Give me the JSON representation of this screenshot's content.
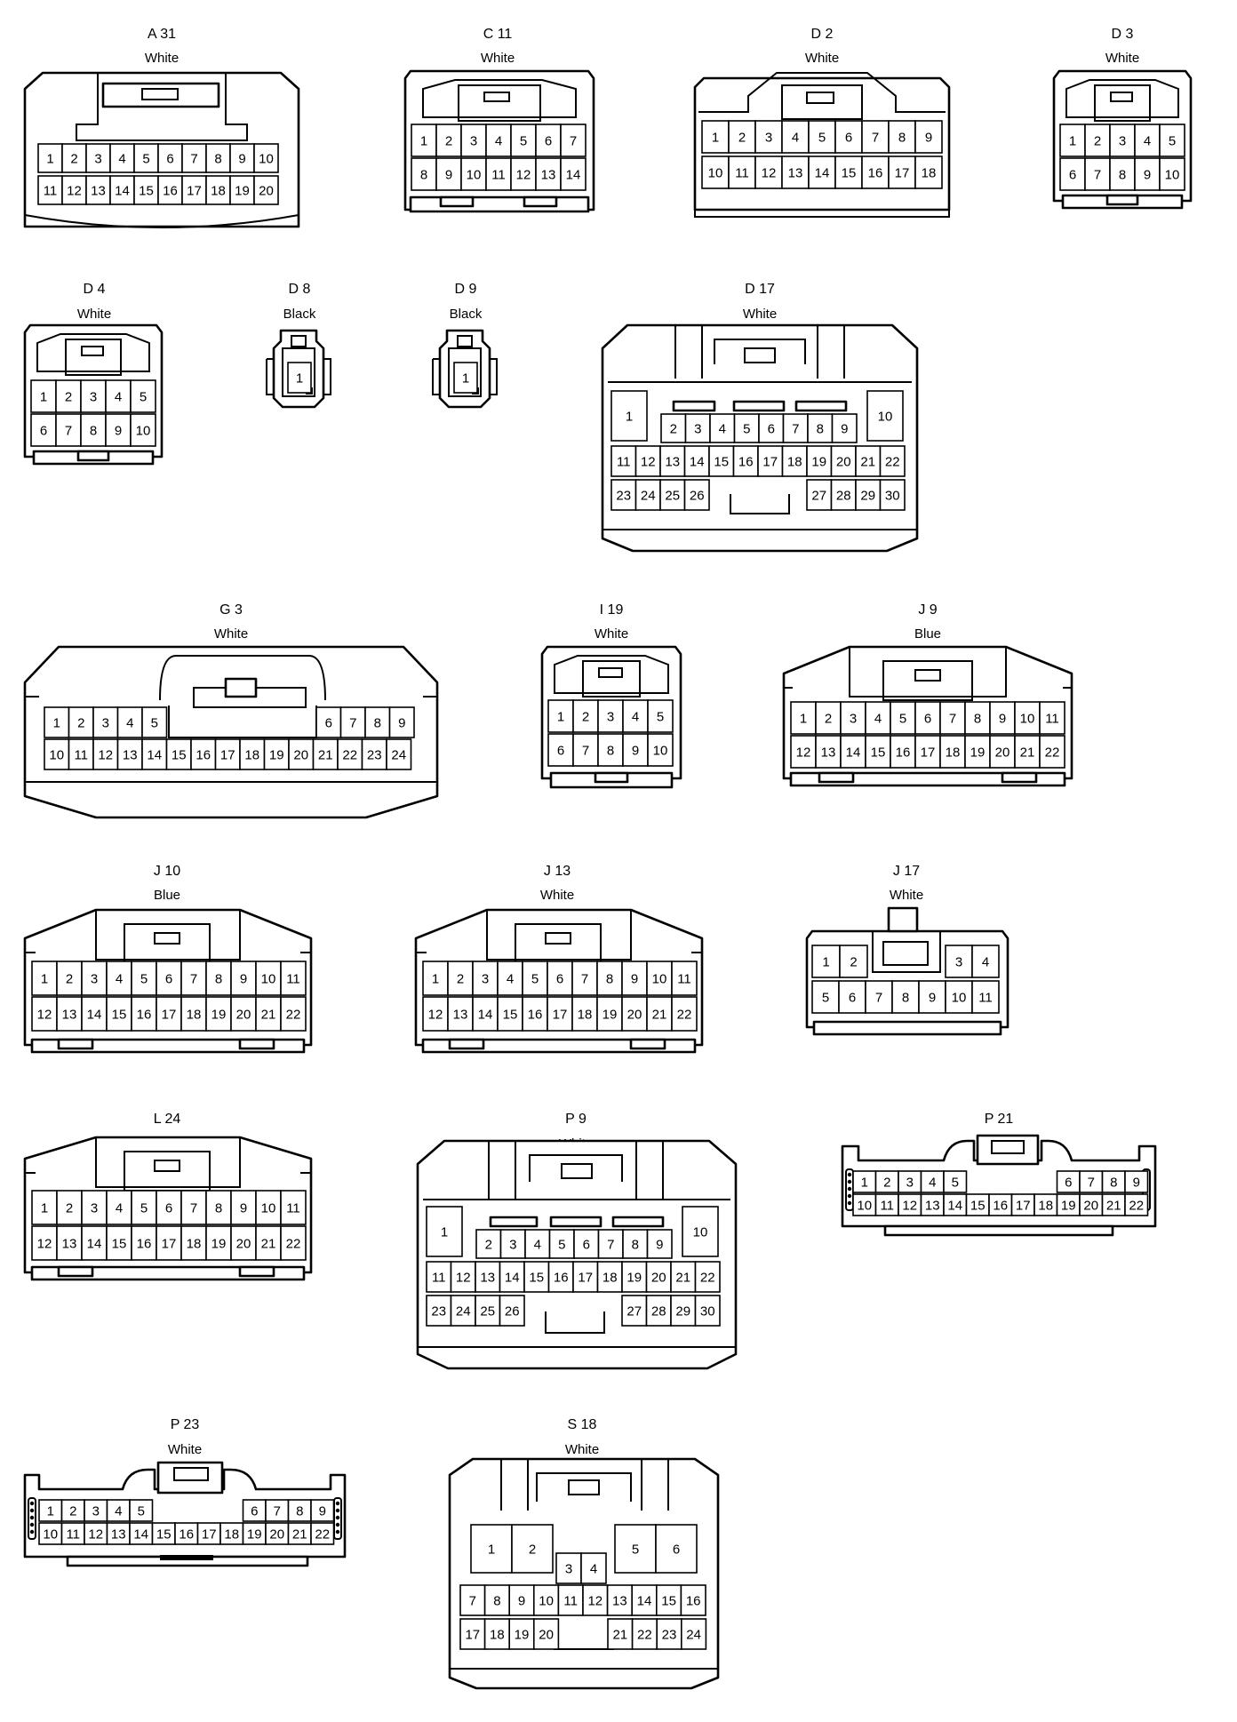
{
  "connectors": [
    {
      "id": "A31",
      "label": "A 31",
      "color": "White",
      "rows": [
        [
          1,
          2,
          3,
          4,
          5,
          6,
          7,
          8,
          9,
          10
        ],
        [
          11,
          12,
          13,
          14,
          15,
          16,
          17,
          18,
          19,
          20
        ]
      ]
    },
    {
      "id": "C11",
      "label": "C 11",
      "color": "White",
      "rows": [
        [
          1,
          2,
          3,
          4,
          5,
          6,
          7
        ],
        [
          8,
          9,
          10,
          11,
          12,
          13,
          14
        ]
      ]
    },
    {
      "id": "D2",
      "label": "D 2",
      "color": "White",
      "rows": [
        [
          1,
          2,
          3,
          4,
          5,
          6,
          7,
          8,
          9
        ],
        [
          10,
          11,
          12,
          13,
          14,
          15,
          16,
          17,
          18
        ]
      ]
    },
    {
      "id": "D3",
      "label": "D 3",
      "color": "White",
      "rows": [
        [
          1,
          2,
          3,
          4,
          5
        ],
        [
          6,
          7,
          8,
          9,
          10
        ]
      ]
    },
    {
      "id": "D4",
      "label": "D 4",
      "color": "White",
      "rows": [
        [
          1,
          2,
          3,
          4,
          5
        ],
        [
          6,
          7,
          8,
          9,
          10
        ]
      ]
    },
    {
      "id": "D8",
      "label": "D 8",
      "color": "Black",
      "rows": [
        [
          1
        ]
      ]
    },
    {
      "id": "D9",
      "label": "D 9",
      "color": "Black",
      "rows": [
        [
          1
        ]
      ]
    },
    {
      "id": "D17",
      "label": "D 17",
      "color": "White",
      "rows": [
        [
          1,
          10
        ],
        [
          2,
          3,
          4,
          5,
          6,
          7,
          8,
          9
        ],
        [
          11,
          12,
          13,
          14,
          15,
          16,
          17,
          18,
          19,
          20,
          21,
          22
        ],
        [
          23,
          24,
          25,
          26,
          27,
          28,
          29,
          30
        ]
      ]
    },
    {
      "id": "G3",
      "label": "G 3",
      "color": "White",
      "rows": [
        [
          1,
          2,
          3,
          4,
          5,
          6,
          7,
          8,
          9
        ],
        [
          10,
          11,
          12,
          13,
          14,
          15,
          16,
          17,
          18,
          19,
          20,
          21,
          22,
          23,
          24
        ]
      ]
    },
    {
      "id": "I19",
      "label": "I 19",
      "color": "White",
      "rows": [
        [
          1,
          2,
          3,
          4,
          5
        ],
        [
          6,
          7,
          8,
          9,
          10
        ]
      ]
    },
    {
      "id": "J9",
      "label": "J 9",
      "color": "Blue",
      "rows": [
        [
          1,
          2,
          3,
          4,
          5,
          6,
          7,
          8,
          9,
          10,
          11
        ],
        [
          12,
          13,
          14,
          15,
          16,
          17,
          18,
          19,
          20,
          21,
          22
        ]
      ]
    },
    {
      "id": "J10",
      "label": "J 10",
      "color": "Blue",
      "rows": [
        [
          1,
          2,
          3,
          4,
          5,
          6,
          7,
          8,
          9,
          10,
          11
        ],
        [
          12,
          13,
          14,
          15,
          16,
          17,
          18,
          19,
          20,
          21,
          22
        ]
      ]
    },
    {
      "id": "J13",
      "label": "J 13",
      "color": "White",
      "rows": [
        [
          1,
          2,
          3,
          4,
          5,
          6,
          7,
          8,
          9,
          10,
          11
        ],
        [
          12,
          13,
          14,
          15,
          16,
          17,
          18,
          19,
          20,
          21,
          22
        ]
      ]
    },
    {
      "id": "J17",
      "label": "J 17",
      "color": "White",
      "rows": [
        [
          1,
          2,
          3,
          4
        ],
        [
          5,
          6,
          7,
          8,
          9,
          10,
          11
        ]
      ]
    },
    {
      "id": "L24",
      "label": "L 24",
      "color": "White",
      "rows": [
        [
          1,
          2,
          3,
          4,
          5,
          6,
          7,
          8,
          9,
          10,
          11
        ],
        [
          12,
          13,
          14,
          15,
          16,
          17,
          18,
          19,
          20,
          21,
          22
        ]
      ]
    },
    {
      "id": "P9",
      "label": "P 9",
      "color": "White",
      "rows": [
        [
          1,
          10
        ],
        [
          2,
          3,
          4,
          5,
          6,
          7,
          8,
          9
        ],
        [
          11,
          12,
          13,
          14,
          15,
          16,
          17,
          18,
          19,
          20,
          21,
          22
        ],
        [
          23,
          24,
          25,
          26,
          27,
          28,
          29,
          30
        ]
      ]
    },
    {
      "id": "P21",
      "label": "P 21",
      "color": "White",
      "rows": [
        [
          1,
          2,
          3,
          4,
          5,
          6,
          7,
          8,
          9
        ],
        [
          10,
          11,
          12,
          13,
          14,
          15,
          16,
          17,
          18,
          19,
          20,
          21,
          22
        ]
      ]
    },
    {
      "id": "P23",
      "label": "P 23",
      "color": "White",
      "rows": [
        [
          1,
          2,
          3,
          4,
          5,
          6,
          7,
          8,
          9
        ],
        [
          10,
          11,
          12,
          13,
          14,
          15,
          16,
          17,
          18,
          19,
          20,
          21,
          22
        ]
      ]
    },
    {
      "id": "S18",
      "label": "S 18",
      "color": "White",
      "rows": [
        [
          1,
          2,
          5,
          6
        ],
        [
          3,
          4
        ],
        [
          7,
          8,
          9,
          10,
          11,
          12,
          13,
          14,
          15,
          16
        ],
        [
          17,
          18,
          19,
          20,
          21,
          22,
          23,
          24
        ]
      ]
    }
  ]
}
